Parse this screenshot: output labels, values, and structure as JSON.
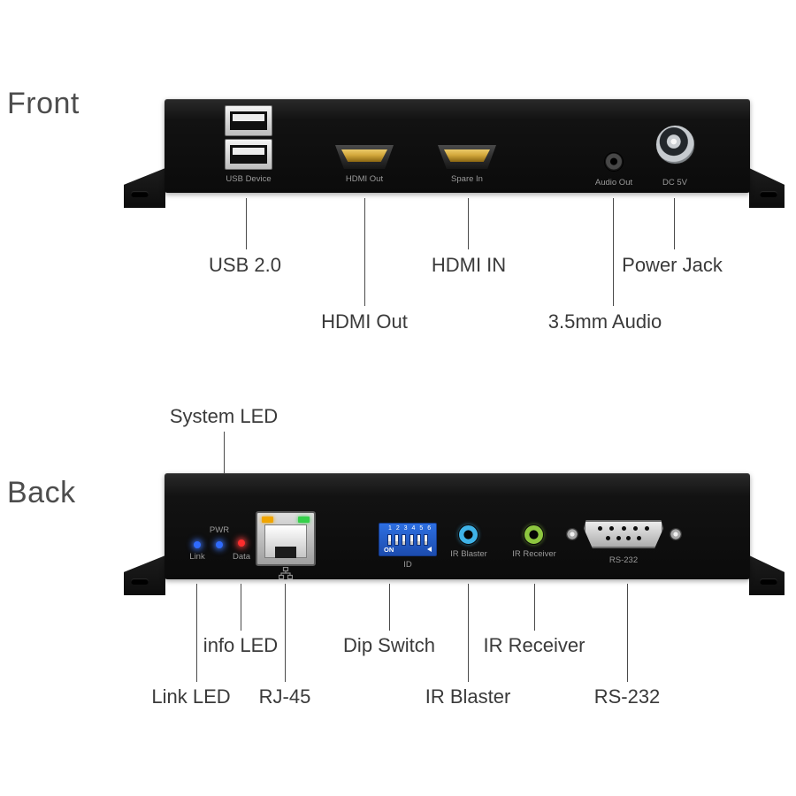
{
  "front": {
    "section_label": "Front",
    "panel_labels": {
      "usb": "USB Device",
      "hdmi_out": "HDMI Out",
      "spare_in": "Spare In",
      "audio_out": "Audio Out",
      "dc": "DC 5V"
    },
    "callouts": {
      "usb": "USB 2.0",
      "hdmi_out": "HDMI Out",
      "hdmi_in": "HDMI IN",
      "audio": "3.5mm Audio",
      "power": "Power Jack"
    }
  },
  "back": {
    "section_label": "Back",
    "system_led_callout": "System LED",
    "panel_labels": {
      "pwr": "PWR",
      "link": "Link",
      "data": "Data",
      "dip_numbers": "1 2 3 4 5 6",
      "dip_on": "ON",
      "dip_id": "ID",
      "ir_blaster": "IR Blaster",
      "ir_receiver": "IR Receiver",
      "rs232": "RS-232"
    },
    "callouts": {
      "info_led": "info LED",
      "dip_switch": "Dip Switch",
      "ir_receiver": "IR Receiver",
      "link_led": "Link LED",
      "rj45": "RJ-45",
      "ir_blaster": "IR Blaster",
      "rs232": "RS-232"
    }
  },
  "colors": {
    "led_blue": "#2f6bff",
    "led_red": "#ff2d2d",
    "rj45_orange": "#f0a500",
    "rj45_green": "#35d04a",
    "dip_blue_top": "#2d6fe2",
    "dip_blue_bottom": "#1c4cae",
    "ir_blaster_ring": "#3fb3e8",
    "ir_receiver_ring": "#8dc63f",
    "hdmi_gold": "#d4a93c"
  }
}
